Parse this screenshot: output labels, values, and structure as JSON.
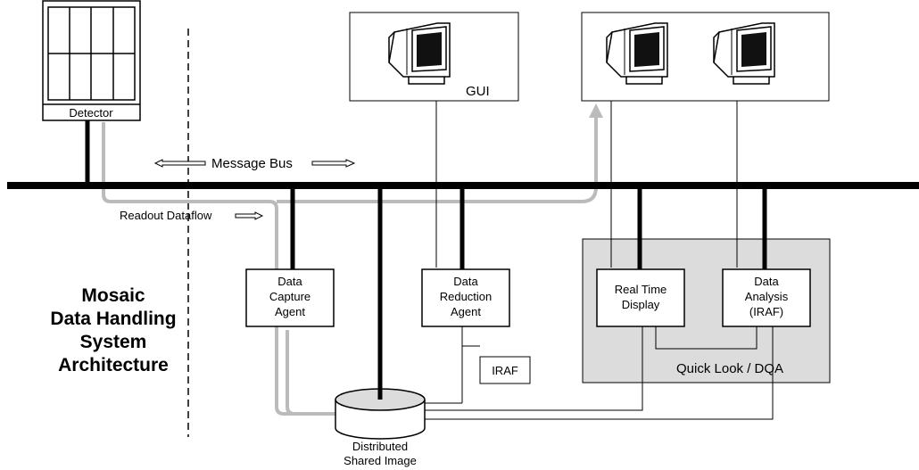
{
  "title_lines": [
    "Mosaic",
    "Data Handling",
    "System",
    "Architecture"
  ],
  "labels": {
    "detector": "Detector",
    "gui": "GUI",
    "message_bus": "Message Bus",
    "readout_dataflow": "Readout Dataflow",
    "data_capture_agent": [
      "Data",
      "Capture",
      "Agent"
    ],
    "data_reduction_agent": [
      "Data",
      "Reduction",
      "Agent"
    ],
    "real_time_display": [
      "Real Time",
      "Display"
    ],
    "data_analysis": [
      "Data",
      "Analysis",
      "(IRAF)"
    ],
    "iraf": "IRAF",
    "quick_look": "Quick Look / DQA",
    "shared_image": [
      "Distributed",
      "Shared Image"
    ]
  }
}
